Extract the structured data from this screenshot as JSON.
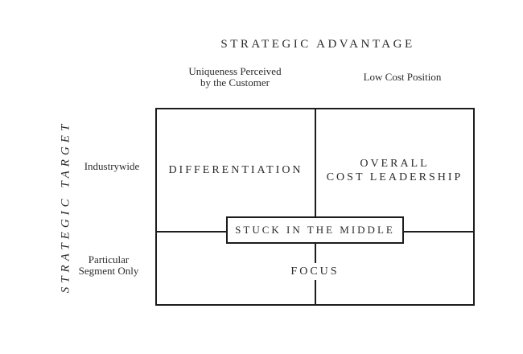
{
  "title": "STRATEGIC ADVANTAGE",
  "axis": {
    "vertical_label": "STRATEGIC TARGET"
  },
  "columns": [
    {
      "label": "Uniqueness Perceived\nby the Customer"
    },
    {
      "label": "Low Cost Position"
    }
  ],
  "rows": [
    {
      "label": "Industrywide"
    },
    {
      "label": "Particular\nSegment Only"
    }
  ],
  "cells": {
    "differentiation": "DIFFERENTIATION",
    "overall_cost_leadership": "OVERALL\nCOST LEADERSHIP",
    "stuck_in_the_middle": "STUCK IN THE MIDDLE",
    "focus": "FOCUS"
  },
  "colors": {
    "line": "#1c1c1c",
    "text": "#2b2b2b",
    "background": "#ffffff"
  }
}
